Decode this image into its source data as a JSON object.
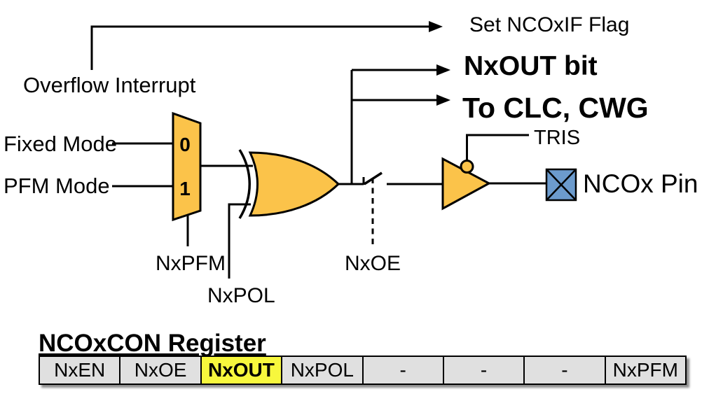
{
  "diagram": {
    "overflow_interrupt": "Overflow Interrupt",
    "set_ncoxif_flag": "Set NCOxIF Flag",
    "fixed_mode": "Fixed Mode",
    "pfm_mode": "PFM Mode",
    "mux_select_0": "0",
    "mux_select_1": "1",
    "nxpfm": "NxPFM",
    "nxpol": "NxPOL",
    "nxoe": "NxOE",
    "nxout_bit": "NxOUT bit",
    "to_clc_cwg": "To CLC, CWG",
    "tris": "TRIS",
    "ncox_pin": "NCOx Pin",
    "colors": {
      "gate_fill": "#FBC34A",
      "pin_fill": "#6C9BCD",
      "line": "#000000"
    }
  },
  "register": {
    "title": "NCOxCON Register",
    "cells": [
      {
        "label": "NxEN",
        "highlighted": false
      },
      {
        "label": "NxOE",
        "highlighted": false
      },
      {
        "label": "NxOUT",
        "highlighted": true
      },
      {
        "label": "NxPOL",
        "highlighted": false
      },
      {
        "label": "-",
        "highlighted": false
      },
      {
        "label": "-",
        "highlighted": false
      },
      {
        "label": "-",
        "highlighted": false
      },
      {
        "label": "NxPFM",
        "highlighted": false
      }
    ],
    "colors": {
      "cell_fill": "#E0E0E0",
      "highlight_fill": "#F7F73D"
    }
  }
}
